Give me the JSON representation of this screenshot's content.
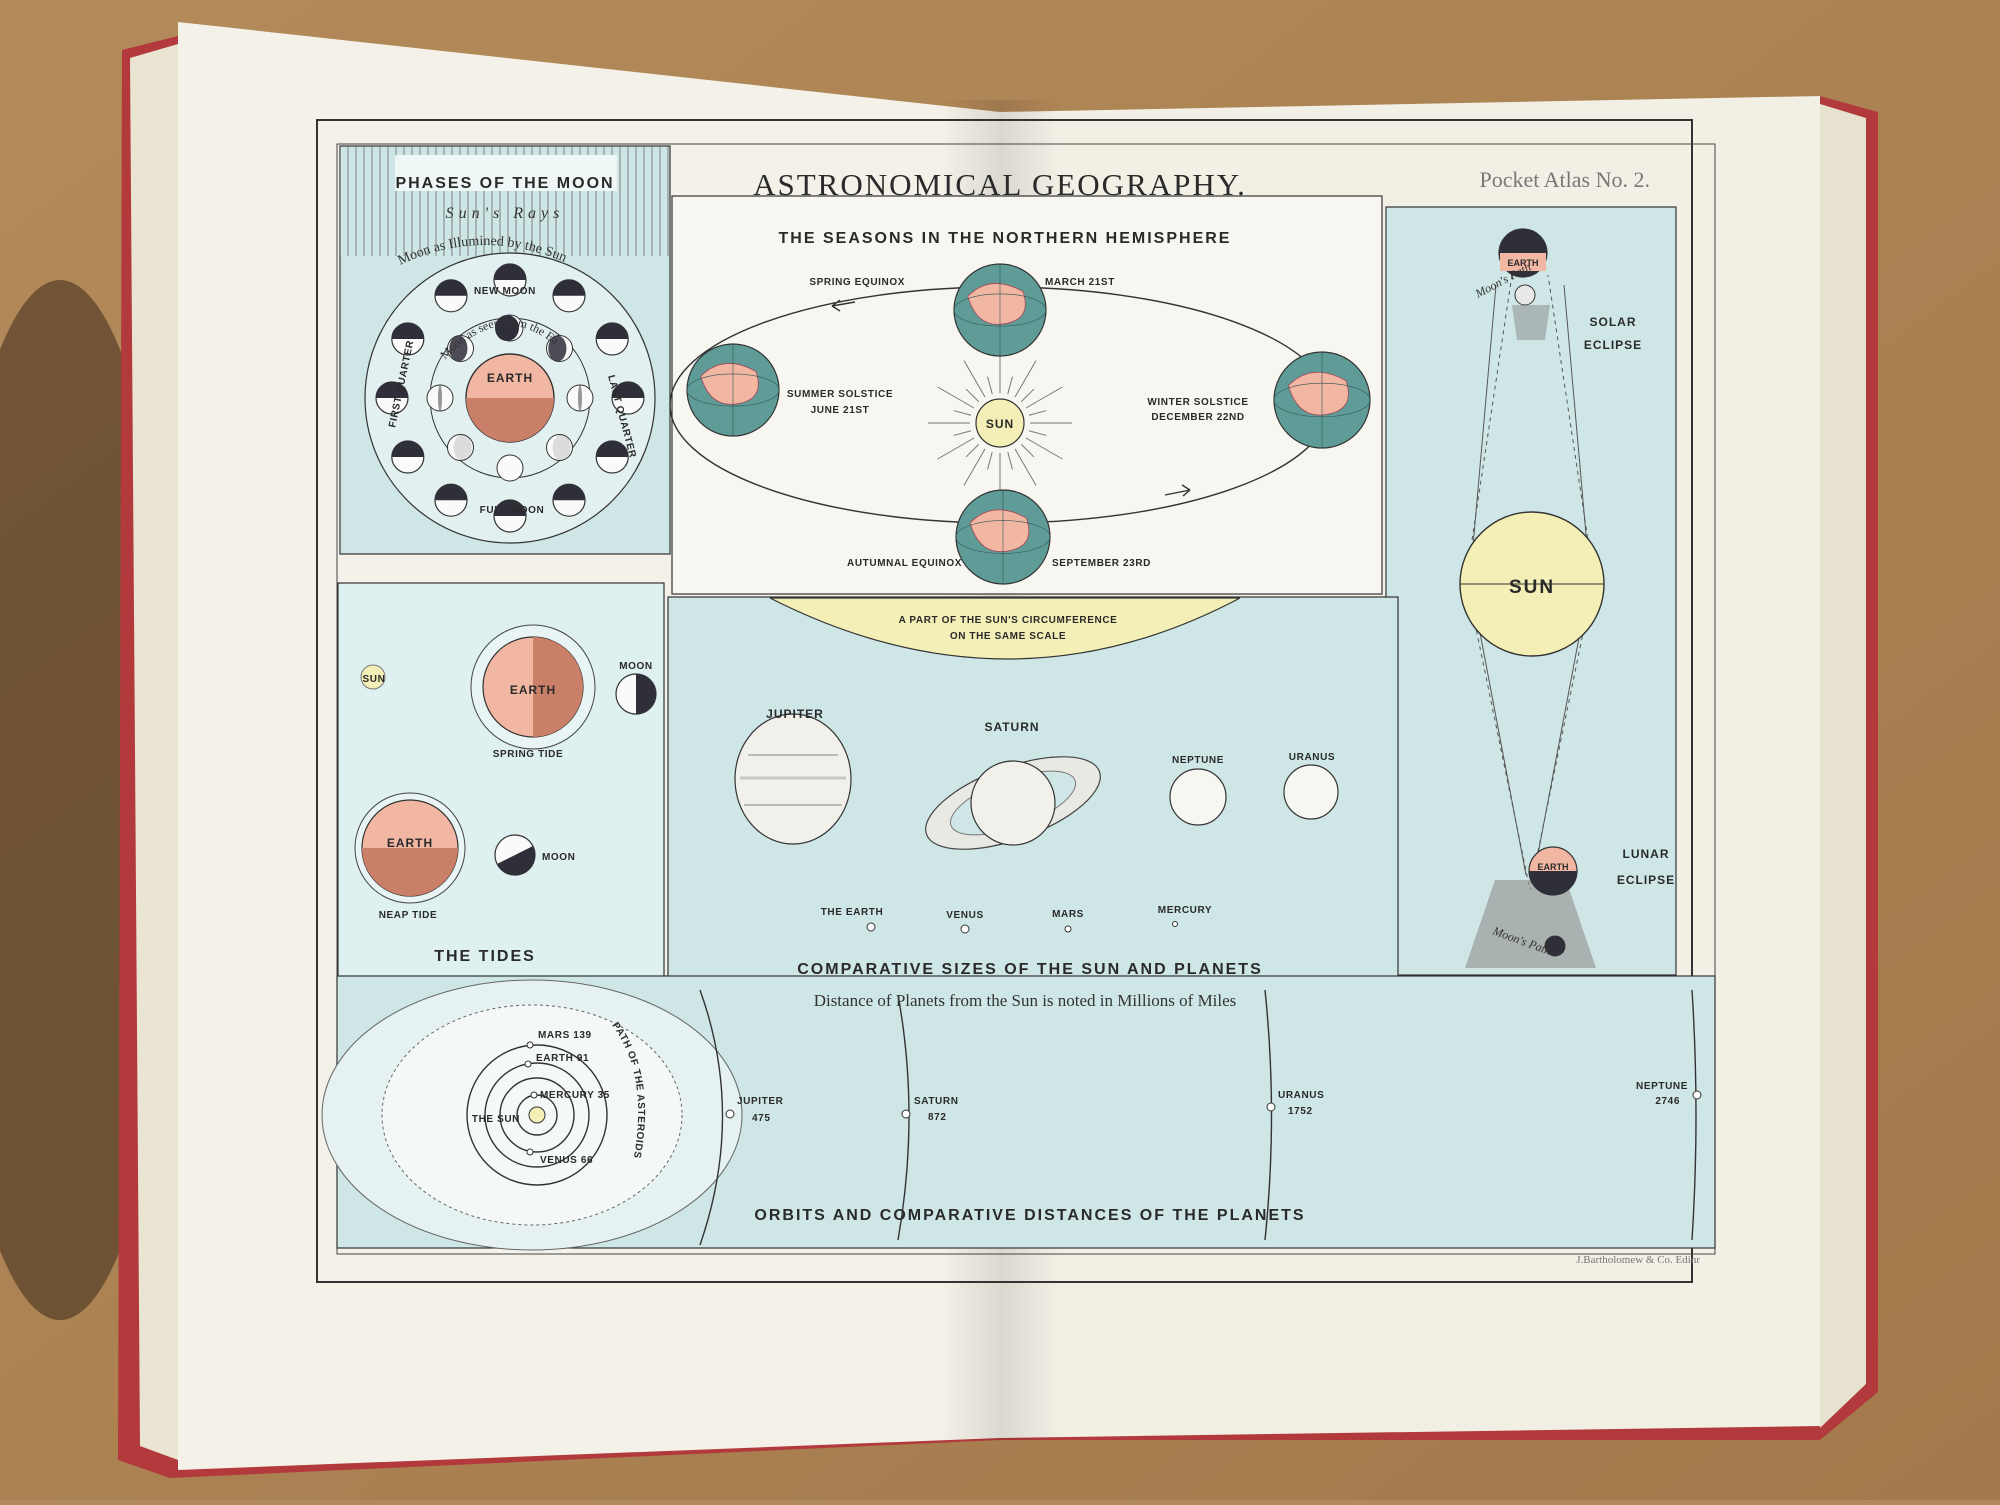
{
  "header": {
    "title": "ASTRONOMICAL GEOGRAPHY.",
    "atlas_ref": "Pocket Atlas No. 2.",
    "publisher": "J.Bartholomew & Co. Edinr"
  },
  "moon_phases": {
    "title": "PHASES OF THE MOON",
    "suns_rays": "Sun's Rays",
    "illuminated": "Moon as Illumined by the Sun",
    "seen_from_earth": "Moon as seen from the Earth",
    "earth": "EARTH",
    "new_moon": "NEW MOON",
    "full_moon": "FULL MOON",
    "first_quarter": "FIRST QUARTER",
    "last_quarter": "LAST QUARTER"
  },
  "seasons": {
    "title": "THE SEASONS IN THE NORTHERN HEMISPHERE",
    "spring_equinox": "SPRING EQUINOX",
    "march": "MARCH 21ST",
    "summer_solstice": "SUMMER SOLSTICE",
    "june": "JUNE 21ST",
    "winter_solstice": "WINTER SOLSTICE",
    "december": "DECEMBER 22ND",
    "autumnal_equinox": "AUTUMNAL EQUINOX",
    "september": "SEPTEMBER 23RD",
    "sun": "SUN"
  },
  "tides": {
    "title": "THE TIDES",
    "sun": "SUN",
    "earth_spring": "EARTH",
    "moon_spring": "MOON",
    "spring_tide": "SPRING TIDE",
    "earth_neap": "EARTH",
    "moon_neap": "MOON",
    "neap_tide": "NEAP TIDE"
  },
  "sizes": {
    "title": "COMPARATIVE SIZES OF THE SUN AND PLANETS",
    "sun_circ_1": "A PART OF THE SUN'S CIRCUMFERENCE",
    "sun_circ_2": "ON THE SAME SCALE",
    "jupiter": "JUPITER",
    "saturn": "SATURN",
    "neptune": "NEPTUNE",
    "uranus": "URANUS",
    "earth": "THE EARTH",
    "venus": "VENUS",
    "mars": "MARS",
    "mercury": "MERCURY"
  },
  "eclipses": {
    "solar": "SOLAR",
    "solar_2": "ECLIPSE",
    "lunar": "LUNAR",
    "lunar_2": "ECLIPSE",
    "sun": "SUN",
    "earth_top": "EARTH",
    "earth_bottom": "EARTH",
    "moons_path_top": "Moon's Path",
    "moons_path_bottom": "Moon's Path"
  },
  "orbits": {
    "title": "ORBITS AND COMPARATIVE DISTANCES OF THE PLANETS",
    "note": "Distance of Planets from the Sun is noted in Millions of Miles",
    "the_sun": "THE SUN",
    "mars": "MARS 139",
    "earth": "EARTH 91",
    "mercury": "MERCURY 35",
    "venus": "VENUS 66",
    "asteroids": "PATH OF THE ASTEROIDS",
    "jupiter": "JUPITER",
    "jupiter_d": "475",
    "saturn": "SATURN",
    "saturn_d": "872",
    "uranus": "URANUS",
    "uranus_d": "1752",
    "neptune": "NEPTUNE",
    "neptune_d": "2746"
  },
  "colors": {
    "page": "#f4f1e8",
    "panel_blue": "#cfe6e6",
    "sun_yellow": "#f3efb6",
    "earth_pink": "#f2b7a3",
    "earth_dark": "#c97f68",
    "book_red": "#b23a3c"
  }
}
